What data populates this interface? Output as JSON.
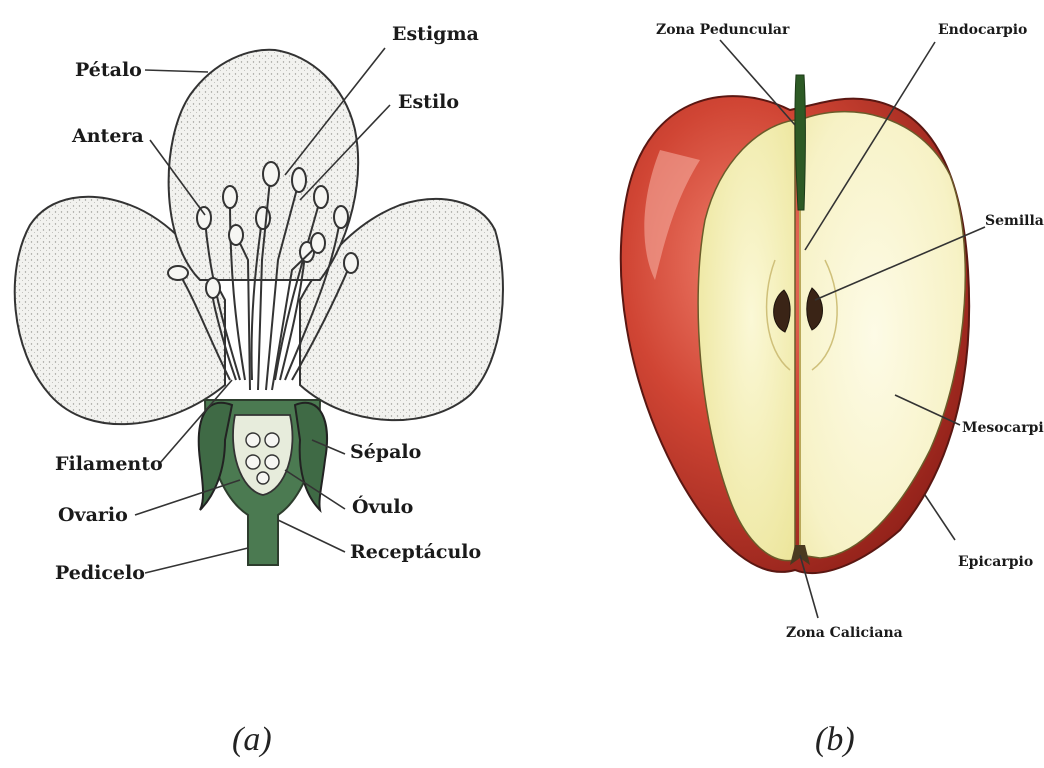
{
  "flower": {
    "caption": "(a)",
    "labels": {
      "petalo": "Pétalo",
      "estigma": "Estigma",
      "estilo": "Estilo",
      "antera": "Antera",
      "filamento": "Filamento",
      "sepalo": "Sépalo",
      "ovario": "Ovario",
      "ovulo": "Óvulo",
      "pedicelo": "Pedicelo",
      "receptaculo": "Receptáculo"
    }
  },
  "apple": {
    "caption": "(b)",
    "labels": {
      "zona_peduncular": "Zona Peduncular",
      "endocarpio": "Endocarpio",
      "semilla": "Semilla",
      "mesocarpio": "Mesocarpio",
      "epicarpio": "Epicarpio",
      "zona_caliciana": "Zona Caliciana"
    }
  },
  "colors": {
    "petal_fill": "#f1f1ee",
    "sepal_green": "#3f6a45",
    "apple_red": "#c43a2c",
    "apple_flesh": "#f6f1b5"
  }
}
